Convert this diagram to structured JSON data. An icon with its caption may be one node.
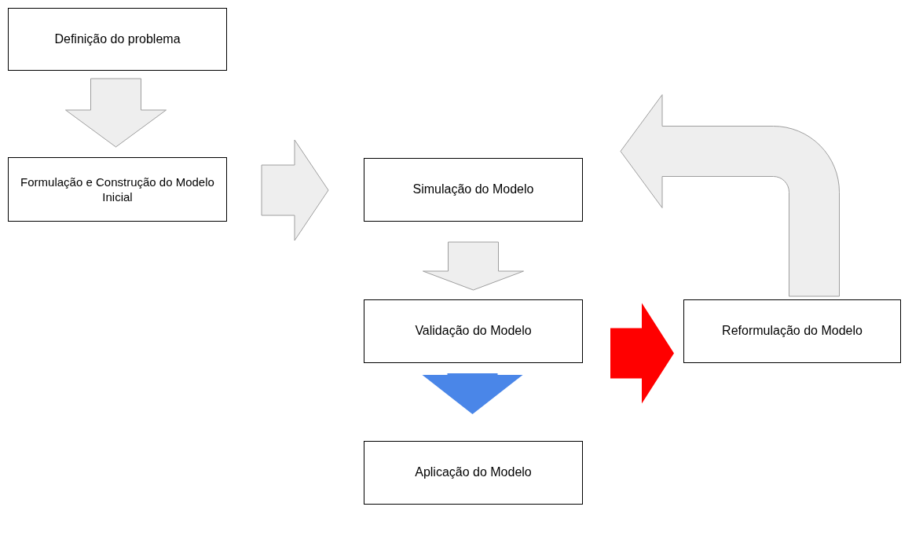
{
  "diagram": {
    "nodes": [
      {
        "text": [
          "Definição do problema"
        ]
      },
      {
        "text": [
          "Formulação e Construção do Modelo Inicial"
        ]
      },
      {
        "text": [
          "Simulação do Modelo"
        ]
      },
      {
        "text": [
          "Validação do Modelo"
        ]
      },
      {
        "text": [
          "Reformulação do Modelo"
        ]
      },
      {
        "text": [
          "Aplicação do Modelo"
        ]
      }
    ],
    "edges": [
      {
        "from": 0,
        "to": 1,
        "arrow": "to"
      },
      {
        "from": 1,
        "to": 2,
        "arrow": "to"
      },
      {
        "from": 2,
        "to": 3,
        "arrow": "to"
      },
      {
        "from": 3,
        "to": 4,
        "arrow": "to",
        "color": "#ff0000"
      },
      {
        "from": 4,
        "to": 2,
        "arrow": "to"
      },
      {
        "from": 3,
        "to": 5,
        "arrow": "to",
        "color": "#4a86e8"
      }
    ]
  }
}
